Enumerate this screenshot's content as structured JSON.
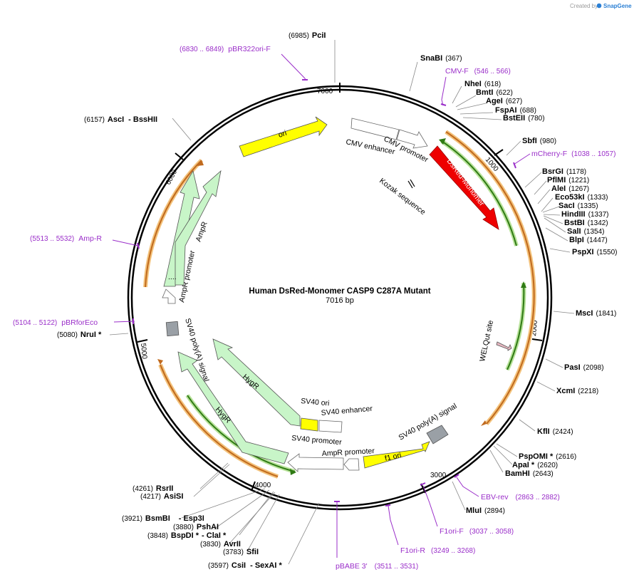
{
  "credit": {
    "prefix": "Created by",
    "brand": "SnapGene"
  },
  "center": {
    "title": "Human DsRed-Monomer CASP9 C287A Mutant",
    "size": "7016 bp"
  },
  "ticks": [
    "7000",
    "1000",
    "2000",
    "3000",
    "4000",
    "5000",
    "6000"
  ],
  "features": {
    "ori": "ori",
    "cmv_enhancer": "CMV enhancer",
    "cmv_promoter": "CMV promoter",
    "dsred": "DsRed-Monomer",
    "kozak": "Kozak sequence",
    "welqut": "WELQut site",
    "f1_ori": "f1 ori",
    "sv40_polya_right": "SV40 poly(A) signal",
    "ampr_promoter_bottom": "AmpR promoter",
    "sv40_promoter_bottom": "SV40 promoter",
    "sv40_ori": "SV40 ori",
    "sv40_enhancer": "SV40 enhancer",
    "hygr": "HygR",
    "sv40_polya_left": "SV40 poly(A) signal",
    "ampr_promoter_left": "AmpR promoter",
    "ampr": "AmpR",
    "ellipsis": "...."
  },
  "sites": [
    {
      "name": "PciI",
      "pos": "(6985)"
    },
    {
      "name": "SnaBI",
      "pos": "(367)"
    },
    {
      "name": "NheI",
      "pos": "(618)"
    },
    {
      "name": "BmtI",
      "pos": "(622)"
    },
    {
      "name": "AgeI",
      "pos": "(627)"
    },
    {
      "name": "FspAI",
      "pos": "(688)"
    },
    {
      "name": "BstEII",
      "pos": "(780)"
    },
    {
      "name": "SbfI",
      "pos": "(980)"
    },
    {
      "name": "BsrGI",
      "pos": "(1178)"
    },
    {
      "name": "PflMI",
      "pos": "(1221)"
    },
    {
      "name": "AleI",
      "pos": "(1267)"
    },
    {
      "name": "Eco53kI",
      "pos": "(1333)"
    },
    {
      "name": "SacI",
      "pos": "(1335)"
    },
    {
      "name": "HindIII",
      "pos": "(1337)"
    },
    {
      "name": "BstBI",
      "pos": "(1342)"
    },
    {
      "name": "SalI",
      "pos": "(1354)"
    },
    {
      "name": "BlpI",
      "pos": "(1447)"
    },
    {
      "name": "PspXI",
      "pos": "(1550)"
    },
    {
      "name": "MscI",
      "pos": "(1841)"
    },
    {
      "name": "PasI",
      "pos": "(2098)"
    },
    {
      "name": "XcmI",
      "pos": "(2218)"
    },
    {
      "name": "KflI",
      "pos": "(2424)"
    },
    {
      "name": "PspOMI *",
      "pos": "(2616)"
    },
    {
      "name": "ApaI *",
      "pos": "(2620)"
    },
    {
      "name": "BamHI",
      "pos": "(2643)"
    },
    {
      "name": "MluI",
      "pos": "(2894)"
    },
    {
      "name": "RsrII",
      "pos": "(4261)"
    },
    {
      "name": "AsiSI",
      "pos": "(4217)"
    },
    {
      "name": "BsmBI",
      "name2": "- Esp3I",
      "pos": "(3921)"
    },
    {
      "name": "PshAI",
      "pos": "(3880)"
    },
    {
      "name": "BspDI *",
      "name2": "- ClaI *",
      "pos": "(3848)"
    },
    {
      "name": "AvrII",
      "pos": "(3830)"
    },
    {
      "name": "SfiI",
      "pos": "(3783)"
    },
    {
      "name": "CsiI",
      "name2": "- SexAI *",
      "pos": "(3597)"
    },
    {
      "name": "NruI *",
      "pos": "(5080)"
    },
    {
      "name": "AscI",
      "name2": "- BssHII",
      "pos": "(6157)"
    }
  ],
  "primers": [
    {
      "name": "pBR322ori-F",
      "range": "(6830 .. 6849)"
    },
    {
      "name": "CMV-F",
      "range": "(546 .. 566)"
    },
    {
      "name": "mCherry-F",
      "range": "(1038 .. 1057)"
    },
    {
      "name": "Amp-R",
      "range": "(5513 .. 5532)"
    },
    {
      "name": "pBRforEco",
      "range": "(5104 .. 5122)"
    },
    {
      "name": "EBV-rev",
      "range": "(2863 .. 2882)"
    },
    {
      "name": "F1ori-F",
      "range": "(3037 .. 3058)"
    },
    {
      "name": "F1ori-R",
      "range": "(3249 .. 3268)"
    },
    {
      "name": "pBABE 3'",
      "range": "(3511 .. 3531)"
    }
  ]
}
